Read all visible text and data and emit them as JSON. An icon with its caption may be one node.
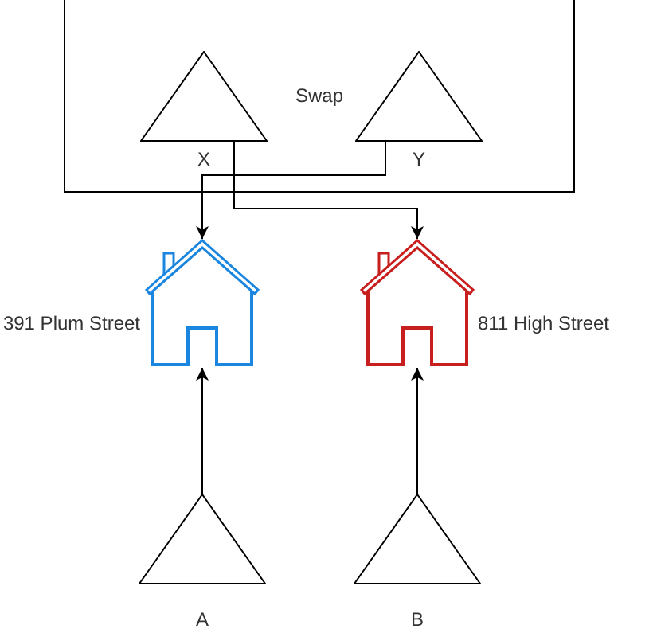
{
  "diagram": {
    "nodes": [
      {
        "text": [
          "Swap"
        ]
      },
      {
        "text": [
          "X"
        ],
        "in": 0
      },
      {
        "text": [
          "Y"
        ],
        "in": 0
      },
      {
        "text": [],
        "shape": "house",
        "beside": [
          "391 Plum Street"
        ]
      },
      {
        "text": [],
        "shape": "house",
        "beside": [
          "811 High Street"
        ]
      },
      {
        "text": [
          "A"
        ]
      },
      {
        "text": [
          "B"
        ]
      }
    ],
    "edges": [
      {
        "from": 1,
        "to": 4,
        "arrow": "to"
      },
      {
        "from": 2,
        "to": 3,
        "arrow": "to"
      },
      {
        "from": 5,
        "to": 3,
        "arrow": "to"
      },
      {
        "from": 6,
        "to": 4,
        "arrow": "to"
      }
    ]
  }
}
